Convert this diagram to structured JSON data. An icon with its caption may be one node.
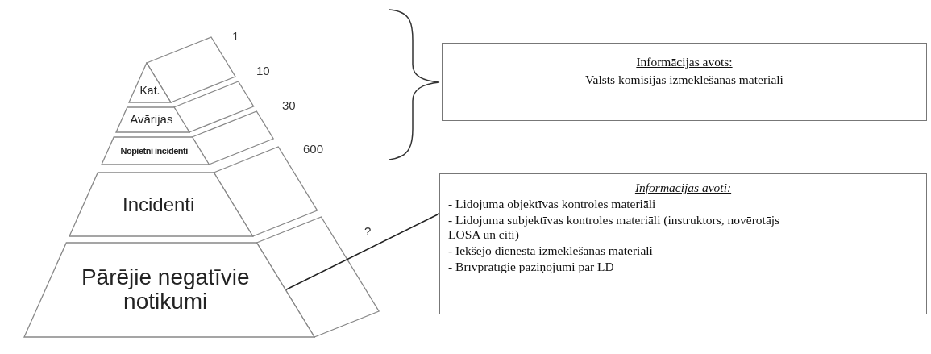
{
  "diagram": {
    "nodes": [
      {
        "text": [
          "Kat."
        ]
      },
      {
        "text": [
          "Avārijas"
        ]
      },
      {
        "text": [
          "Nopietni incidenti"
        ]
      },
      {
        "text": [
          "Incidenti"
        ]
      },
      {
        "text": [
          "Pārējie negatīvie notikumi"
        ]
      },
      {
        "text": [
          "Informācijas avots:",
          "Valsts komisijas izmeklēšanas materiāli"
        ]
      },
      {
        "text": [
          "Informācijas avoti:",
          "- Lidojuma objektīvas kontroles materiāli",
          "- Lidojuma subjektīvas kontroles materiāli (instruktors, novērotājs LOSA un citi)",
          "- Iekšējo dienesta izmeklēšanas materiāli",
          "-  Brīvpratīgie paziņojumi par LD"
        ]
      }
    ],
    "edges": [
      {
        "from": 6,
        "to": 4,
        "arrow": "none"
      }
    ],
    "labels": [
      "1",
      "10",
      "30",
      "600",
      "?"
    ]
  }
}
